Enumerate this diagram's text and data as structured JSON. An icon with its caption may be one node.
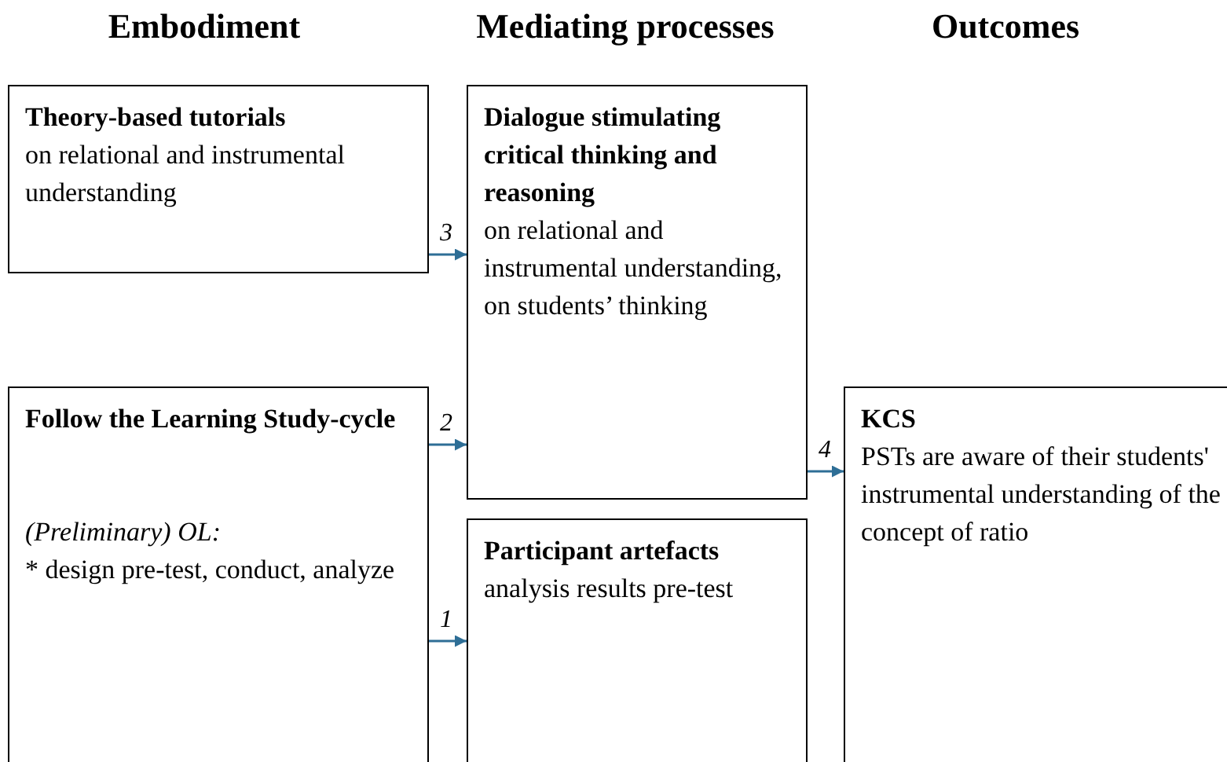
{
  "diagram": {
    "nodes": [
      {
        "text": [
          "Theory-based tutorials",
          "on relational and instrumental understanding"
        ]
      },
      {
        "text": [
          "Follow the Learning Study-cycle",
          "(Preliminary) OL:",
          "* design pre-test, conduct, analyze"
        ]
      },
      {
        "text": [
          "Dialogue stimulating critical thinking and reasoning",
          "on relational and instrumental understanding, on students’ thinking"
        ]
      },
      {
        "text": [
          "Participant artefacts",
          "analysis results pre-test"
        ]
      },
      {
        "text": [
          "KCS",
          "PSTs are aware of their students' instrumental understanding of the concept of ratio"
        ]
      }
    ],
    "edges": [
      {
        "from": 0,
        "to": 2,
        "arrow": "to",
        "label": "3"
      },
      {
        "from": 1,
        "to": 2,
        "arrow": "to",
        "label": "2"
      },
      {
        "from": 1,
        "to": 3,
        "arrow": "to",
        "label": "1"
      },
      {
        "from": 2,
        "to": 4,
        "arrow": "to",
        "label": "4"
      }
    ],
    "labels": [
      "Embodiment",
      "Mediating processes",
      "Outcomes"
    ]
  }
}
